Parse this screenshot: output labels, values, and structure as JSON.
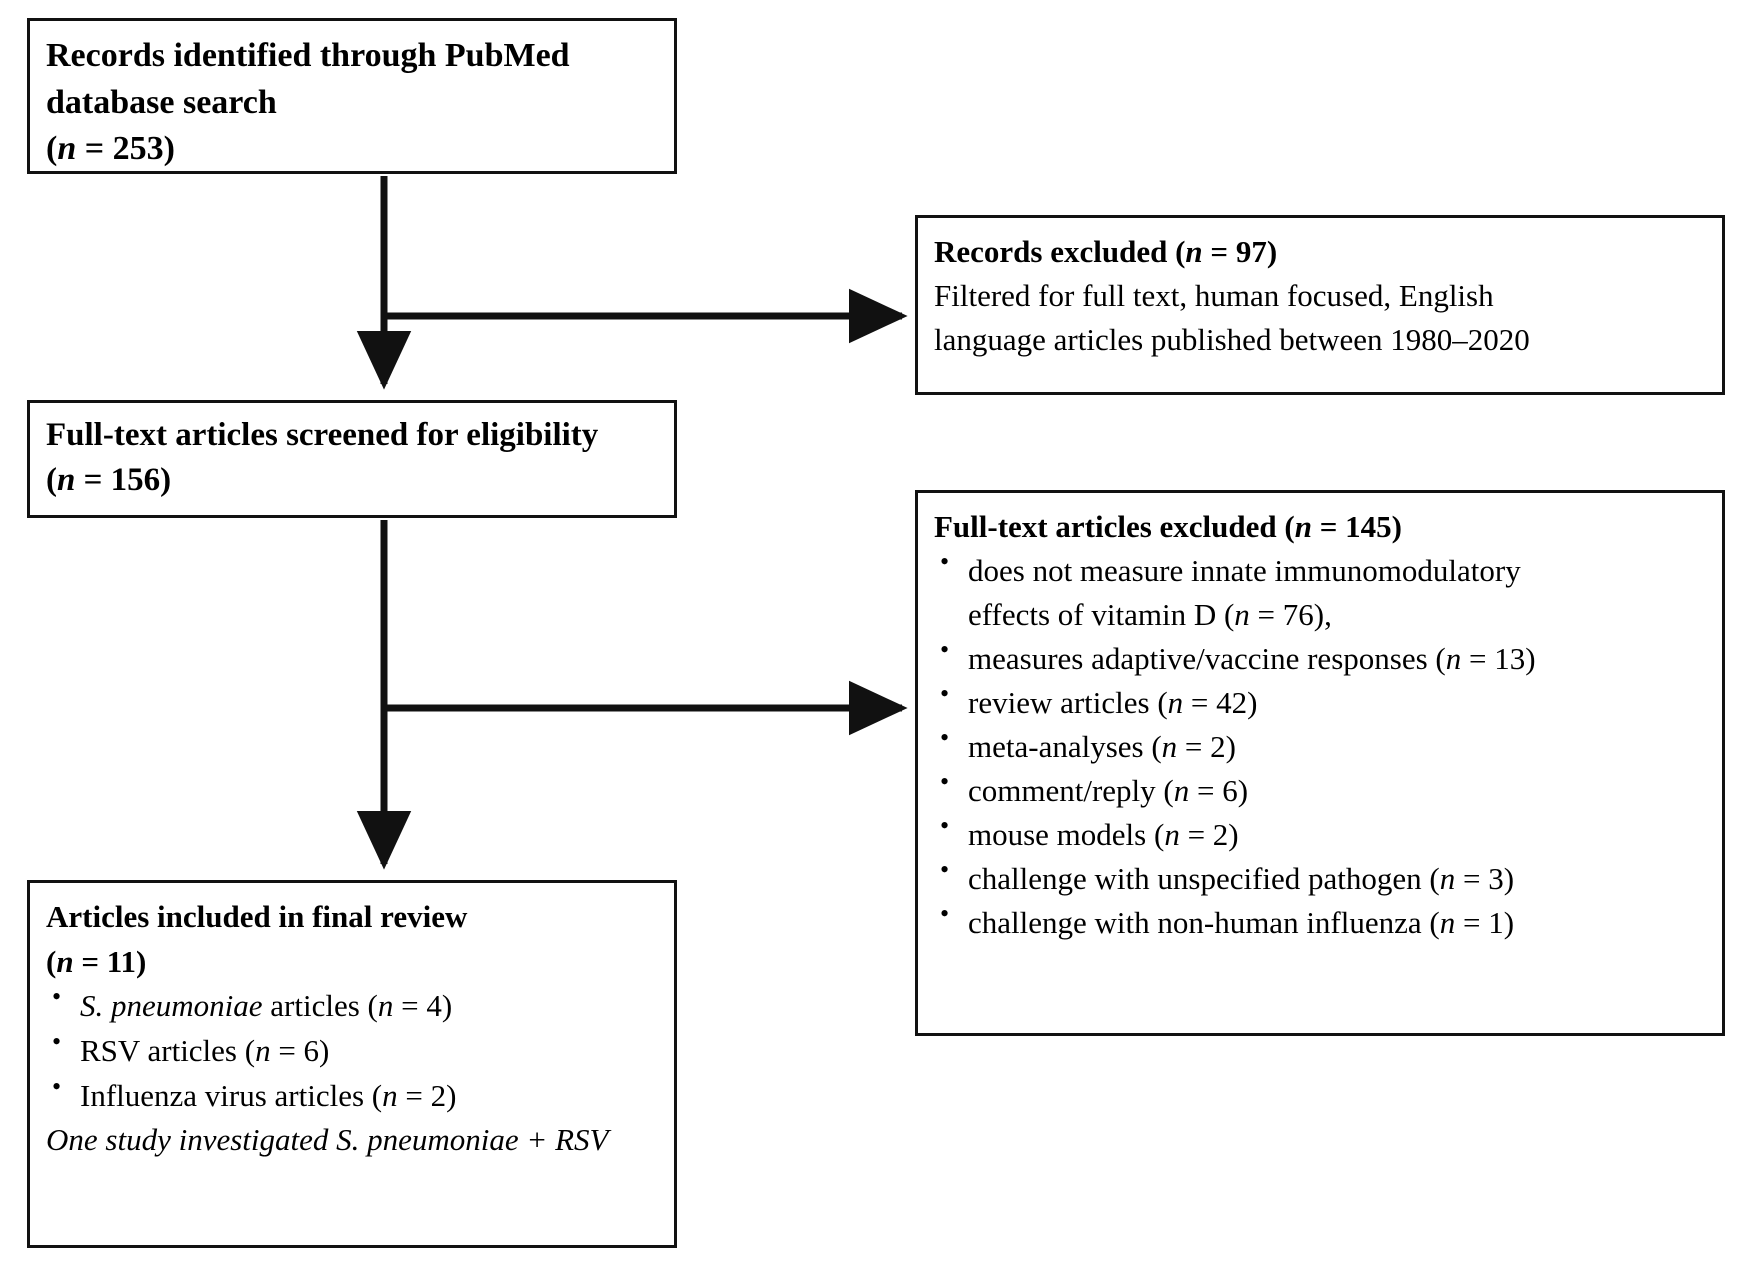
{
  "diagram": {
    "type": "prisma-flow-diagram",
    "background": "#ffffff",
    "line_color": "#111111"
  },
  "boxes": {
    "records_identified": {
      "line1": "Records identified through PubMed",
      "line2": "database search",
      "count_prefix": "(",
      "count_italic_n": "n",
      "count_eq": " = ",
      "count_value": "253",
      "count_suffix": ")",
      "count_line": "(n = 253)"
    },
    "records_excluded": {
      "header": "Records excluded (n = 97)",
      "header_text": "Records excluded (",
      "header_n": "n",
      "header_value": " = 97)",
      "body_line1": "Filtered for full text, human focused, English",
      "body_line2": "language articles published between 1980–2020"
    },
    "fulltext_screened": {
      "line1": "Full-text articles screened for eligibility",
      "count_line": "(n = 156)",
      "count_n": "n",
      "count_value": " = 156)"
    },
    "fulltext_excluded": {
      "header_text": "Full-text articles excluded (",
      "header_n": "n",
      "header_value": " = 145)",
      "header": "Full-text articles excluded (n = 145)",
      "bullet_char": "•",
      "items": [
        {
          "text_line1": "does not measure innate immunomodulatory",
          "text_line2": "effects of vitamin D (",
          "n": "n",
          "value": " = 76),",
          "full": "does not measure innate immunomodulatory effects of vitamin D (n = 76),"
        },
        {
          "text_line1": "measures adaptive/vaccine responses (",
          "n": "n",
          "value": " = 13)",
          "full": "measures adaptive/vaccine responses (n = 13)"
        },
        {
          "text_line1": "review articles (",
          "n": "n",
          "value": " = 42)",
          "full": "review articles (n = 42)"
        },
        {
          "text_line1": "meta-analyses (",
          "n": "n",
          "value": " = 2)",
          "full": "meta-analyses (n = 2)"
        },
        {
          "text_line1": "comment/reply (",
          "n": "n",
          "value": " = 6)",
          "full": "comment/reply (n = 6)"
        },
        {
          "text_line1": "mouse models (",
          "n": "n",
          "value": " = 2)",
          "full": "mouse models (n = 2)"
        },
        {
          "text_line1": "challenge with unspecified pathogen (",
          "n": "n",
          "value": " = 3)",
          "full": "challenge with unspecified pathogen (n = 3)"
        },
        {
          "text_line1": "challenge with non-human influenza (",
          "n": "n",
          "value": " = 1)",
          "full": "challenge with non-human influenza (n = 1)"
        }
      ]
    },
    "articles_included": {
      "header": "Articles included in final review",
      "count_line": "(n = 11)",
      "count_n": "n",
      "count_value": " = 11)",
      "bullet_char": "•",
      "items": [
        {
          "italic_part": "S. pneumoniae",
          "text_part": " articles (",
          "n": "n",
          "value": " = 4)",
          "full": "S. pneumoniae articles (n = 4)"
        },
        {
          "italic_part": "",
          "text_part": "RSV articles (",
          "n": "n",
          "value": " = 6)",
          "full": "RSV articles (n = 6)"
        },
        {
          "italic_part": "",
          "text_part": "Influenza virus articles (",
          "n": "n",
          "value": " = 2)",
          "full": "Influenza virus articles (n = 2)"
        }
      ],
      "footnote": "One study investigated S. pneumoniae + RSV"
    }
  },
  "connectors": [
    {
      "name": "identified-to-screened",
      "orientation": "vertical"
    },
    {
      "name": "identified-to-records-excluded",
      "orientation": "horizontal"
    },
    {
      "name": "screened-to-included",
      "orientation": "vertical"
    },
    {
      "name": "screened-to-fulltext-excluded",
      "orientation": "horizontal"
    }
  ]
}
